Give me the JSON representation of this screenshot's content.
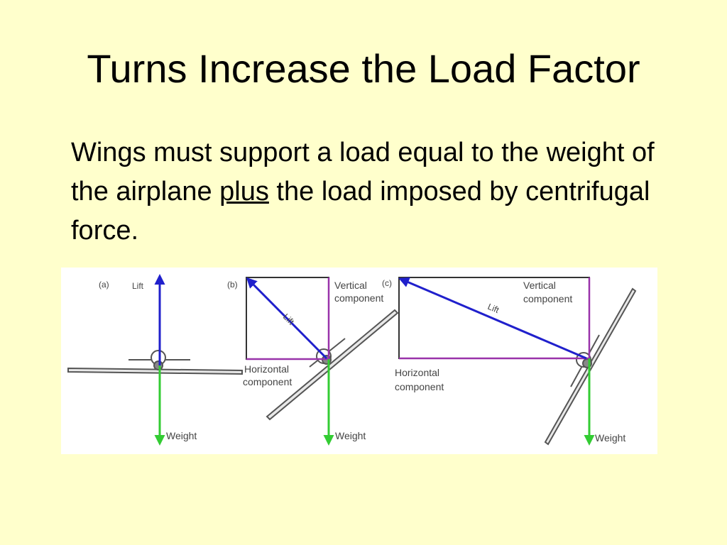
{
  "slide": {
    "title": "Turns Increase the Load Factor",
    "bullet": {
      "part1": "Wings must support a load equal to the weight of the airplane ",
      "underlined": "plus",
      "part2": " the load imposed by centrifugal force."
    }
  },
  "figure": {
    "panels": [
      {
        "letter": "(a)",
        "lift": "Lift",
        "weight": "Weight"
      },
      {
        "letter": "(b)",
        "lift": "Lift",
        "vertical": [
          "Vertical",
          "component"
        ],
        "horizontal": [
          "Horizontal",
          "component"
        ],
        "weight": "Weight"
      },
      {
        "letter": "(c)",
        "lift": "Lift",
        "vertical": [
          "Vertical",
          "component"
        ],
        "horizontal": [
          "Horizontal",
          "component"
        ],
        "weight": "Weight"
      }
    ],
    "colors": {
      "lift": "#2020CC",
      "vertical": "#9933AA",
      "weight": "#33CC33",
      "frame": "#333333",
      "airplane": "#555555"
    }
  }
}
